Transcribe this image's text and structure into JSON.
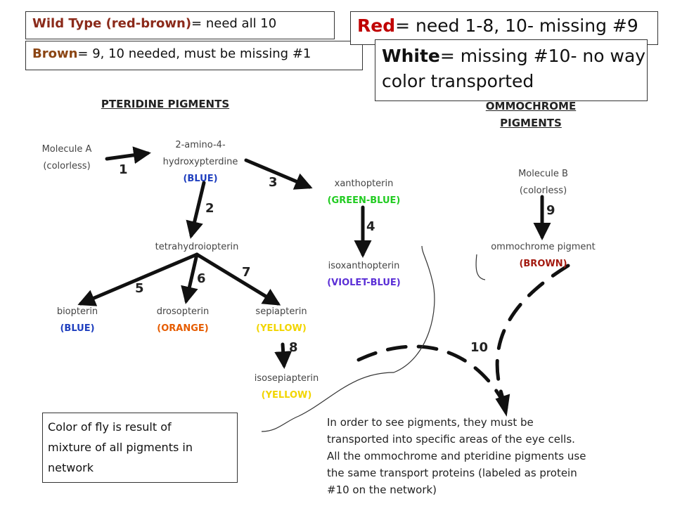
{
  "key_boxes": {
    "wild_type": {
      "term": "Wild Type (red-brown)",
      "rest": "= need all 10"
    },
    "brown": {
      "term": "Brown",
      "rest": "= 9, 10 needed, must be missing #1"
    },
    "red": {
      "term": "Red",
      "rest": "=  need 1-8, 10- missing #9"
    },
    "white": {
      "term": "White",
      "line1": "= missing #10- no way",
      "line2": "color transported"
    }
  },
  "headings": {
    "pteridine": "PTERIDINE PIGMENTS",
    "ommochrome_line1": "OMMOCHROME",
    "ommochrome_line2": "PIGMENTS"
  },
  "molecules": {
    "molecule_a": {
      "name": "Molecule A",
      "desc": "(colorless)"
    },
    "amino": {
      "line1": "2-amino-4-",
      "line2": "hydroxypterdine",
      "color": "(BLUE)"
    },
    "xanthopterin": {
      "name": "xanthopterin",
      "color": "(GREEN-BLUE)"
    },
    "tetrahydro": {
      "name": "tetrahydroiopterin"
    },
    "isoxanthopterin": {
      "name": "isoxanthopterin",
      "color": "(VIOLET-BLUE)"
    },
    "biopterin": {
      "name": "biopterin",
      "color": "(BLUE)"
    },
    "drosopterin": {
      "name": "drosopterin",
      "color": "(ORANGE)"
    },
    "sepiapterin": {
      "name": "sepiapterin",
      "color": "(YELLOW)"
    },
    "isosepiapterin": {
      "name": "isosepiapterin",
      "color": "(YELLOW)"
    },
    "molecule_b": {
      "name": "Molecule B",
      "desc": "(colorless)"
    },
    "ommochrome": {
      "name": "ommochrome pigment",
      "color": "(BROWN)"
    }
  },
  "steps": [
    "1",
    "2",
    "3",
    "4",
    "5",
    "6",
    "7",
    "8",
    "9",
    "10"
  ],
  "notes": {
    "mixture": [
      "Color of fly is result of",
      "mixture of all pigments in",
      "network"
    ],
    "transport": [
      "In order to see pigments, they must be",
      "transported into specific areas of the eye cells.",
      "All the ommochrome and pteridine pigments use",
      "the same transport proteins (labeled as protein",
      "#10 on the network)"
    ]
  },
  "colors": {
    "wild_type_term": "#8b2a1a",
    "brown_term": "#8b4513",
    "red_term": "#c00000",
    "blue": "#1f3fbf",
    "green_blue": "#22cc22",
    "violet_blue": "#5b2fd6",
    "orange": "#e65c00",
    "yellow": "#f2d500",
    "brown": "#a31a10"
  }
}
